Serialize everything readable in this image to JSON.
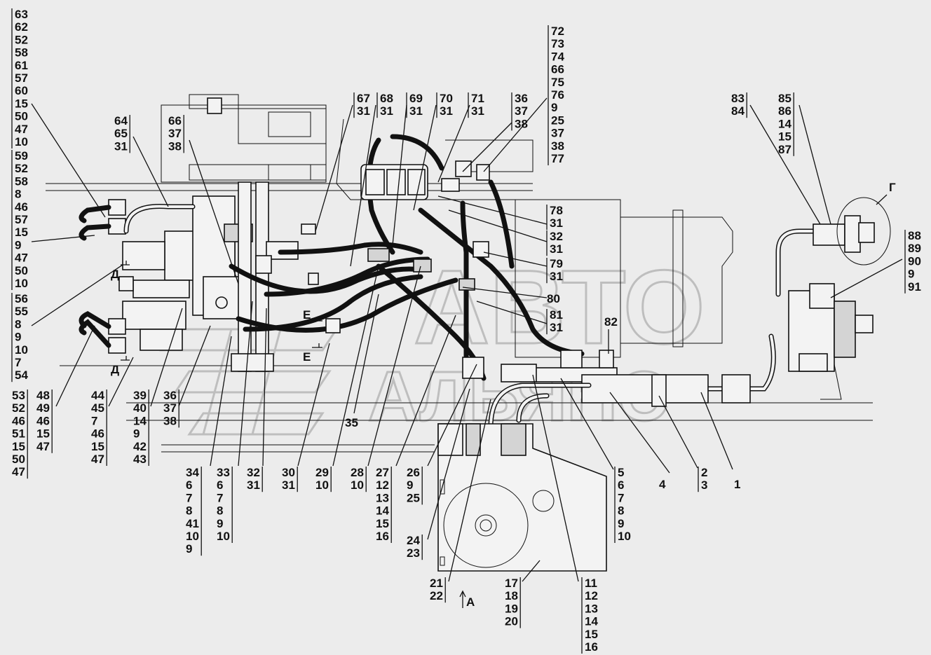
{
  "watermark": {
    "line1": "АВТО",
    "line2": "АЛЬЯНС"
  },
  "view_marks": {
    "g": "Г",
    "d_top": "Д",
    "d_bottom": "Д",
    "e_top": "Е",
    "e_bottom": "Е",
    "a": "А"
  },
  "callouts": [
    {
      "id": "left-top",
      "lines": [
        "63",
        "62",
        "52",
        "58",
        "61",
        "57",
        "60",
        "15",
        "50",
        "47",
        "10"
      ]
    },
    {
      "id": "left-mid",
      "lines": [
        "59",
        "52",
        "58",
        "8",
        "46",
        "57",
        "15",
        "9",
        "47",
        "50",
        "10"
      ]
    },
    {
      "id": "left-low",
      "lines": [
        "56",
        "55",
        "8",
        "9",
        "10",
        "7",
        "54"
      ]
    },
    {
      "id": "c-64",
      "lines": [
        "64",
        "65",
        "31"
      ]
    },
    {
      "id": "c-66",
      "lines": [
        "66",
        "37",
        "38"
      ]
    },
    {
      "id": "c-67",
      "lines": [
        "67",
        "31"
      ]
    },
    {
      "id": "c-68",
      "lines": [
        "68",
        "31"
      ]
    },
    {
      "id": "c-69",
      "lines": [
        "69",
        "31"
      ]
    },
    {
      "id": "c-70",
      "lines": [
        "70",
        "31"
      ]
    },
    {
      "id": "c-71",
      "lines": [
        "71",
        "31"
      ]
    },
    {
      "id": "c-36",
      "lines": [
        "36",
        "37",
        "38"
      ]
    },
    {
      "id": "c-72",
      "lines": [
        "72",
        "73",
        "74",
        "66",
        "75",
        "76",
        "9",
        "25",
        "37",
        "38",
        "77"
      ]
    },
    {
      "id": "c-83",
      "lines": [
        "83",
        "84"
      ]
    },
    {
      "id": "c-85",
      "lines": [
        "85",
        "86",
        "14",
        "15",
        "87"
      ]
    },
    {
      "id": "c-78",
      "lines": [
        "78",
        "31"
      ]
    },
    {
      "id": "c-32r",
      "lines": [
        "32",
        "31"
      ]
    },
    {
      "id": "c-79",
      "lines": [
        "79",
        "31"
      ]
    },
    {
      "id": "c-80",
      "lines": [
        "80"
      ]
    },
    {
      "id": "c-81",
      "lines": [
        "81",
        "31"
      ]
    },
    {
      "id": "c-82",
      "lines": [
        "82"
      ]
    },
    {
      "id": "c-88",
      "lines": [
        "88",
        "89",
        "90",
        "9",
        "91"
      ]
    },
    {
      "id": "c-53",
      "lines": [
        "53",
        "52",
        "46",
        "51",
        "15",
        "50",
        "47"
      ]
    },
    {
      "id": "c-48",
      "lines": [
        "48",
        "49",
        "46",
        "15",
        "47"
      ]
    },
    {
      "id": "c-44",
      "lines": [
        "44",
        "45",
        "7",
        "46",
        "15",
        "47"
      ]
    },
    {
      "id": "c-39",
      "lines": [
        "39",
        "40",
        "14",
        "9",
        "42",
        "43"
      ]
    },
    {
      "id": "c-36b",
      "lines": [
        "36",
        "37",
        "38"
      ]
    },
    {
      "id": "c-35",
      "lines": [
        "35"
      ]
    },
    {
      "id": "c-34",
      "lines": [
        "34",
        "6",
        "7",
        "8",
        "41",
        "10",
        "9"
      ]
    },
    {
      "id": "c-33",
      "lines": [
        "33",
        "6",
        "7",
        "8",
        "9",
        "10"
      ]
    },
    {
      "id": "c-32",
      "lines": [
        "32",
        "31"
      ]
    },
    {
      "id": "c-30",
      "lines": [
        "30",
        "31"
      ]
    },
    {
      "id": "c-29",
      "lines": [
        "29",
        "10"
      ]
    },
    {
      "id": "c-28",
      "lines": [
        "28",
        "10"
      ]
    },
    {
      "id": "c-27",
      "lines": [
        "27",
        "12",
        "13",
        "14",
        "15",
        "16"
      ]
    },
    {
      "id": "c-26",
      "lines": [
        "26",
        "9",
        "25"
      ]
    },
    {
      "id": "c-24",
      "lines": [
        "24",
        "23"
      ]
    },
    {
      "id": "c-21",
      "lines": [
        "21",
        "22"
      ]
    },
    {
      "id": "c-17",
      "lines": [
        "17",
        "18",
        "19",
        "20"
      ]
    },
    {
      "id": "c-11",
      "lines": [
        "11",
        "12",
        "13",
        "14",
        "15",
        "16"
      ]
    },
    {
      "id": "c-5",
      "lines": [
        "5",
        "6",
        "7",
        "8",
        "9",
        "10"
      ]
    },
    {
      "id": "c-4",
      "lines": [
        "4"
      ]
    },
    {
      "id": "c-2",
      "lines": [
        "2",
        "3"
      ]
    },
    {
      "id": "c-1",
      "lines": [
        "1"
      ]
    }
  ]
}
